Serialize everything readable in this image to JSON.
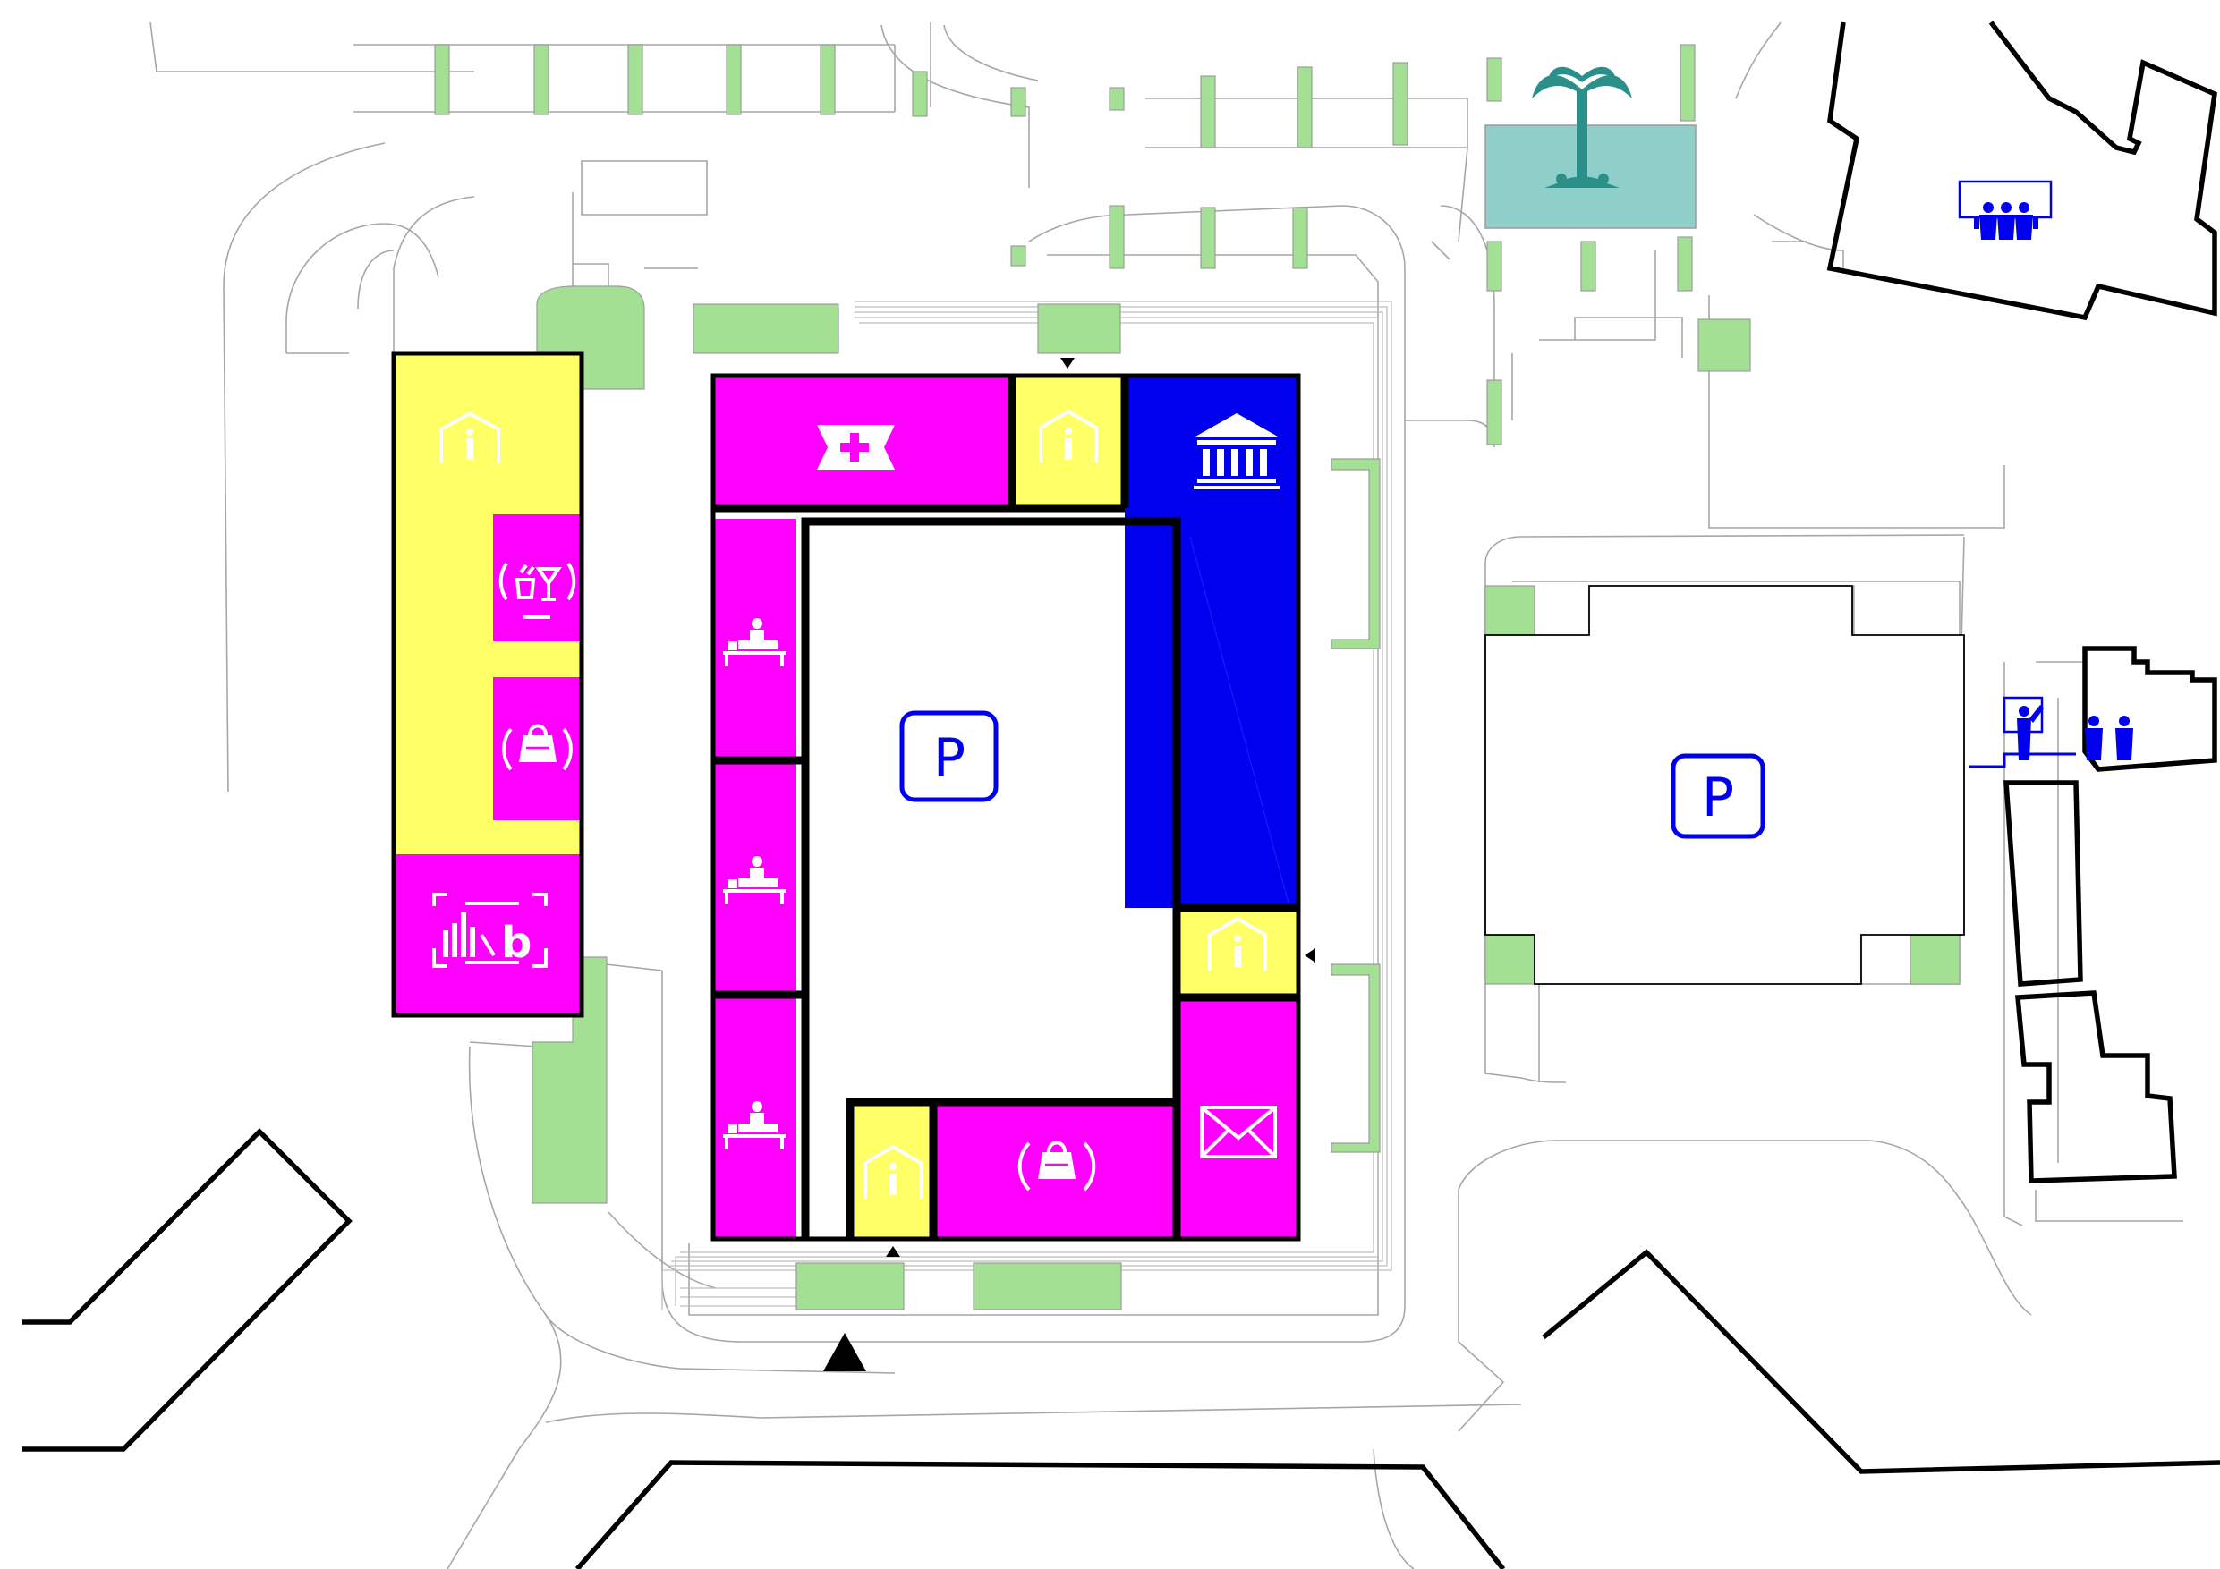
{
  "colors": {
    "commercial": "#ff00ff",
    "residential": "#ffff66",
    "public": "#0000ee",
    "green": "#a3e094",
    "water": "#8ecfca",
    "fountain": "#2b8f8a",
    "symbol": "#0000ee"
  },
  "labels": {
    "parking_main": "P",
    "parking_east": "P",
    "library_letter": "b"
  },
  "icons": [
    "residential-house-icon",
    "cafe-bar-icon",
    "shopping-bag-icon",
    "library-icon",
    "pharmacy-icon",
    "bank-museum-icon",
    "office-desk-icon",
    "post-mail-icon",
    "parking-icon",
    "fountain-icon",
    "meeting-group-icon",
    "classroom-teacher-icon",
    "main-entrance-arrow-icon"
  ]
}
